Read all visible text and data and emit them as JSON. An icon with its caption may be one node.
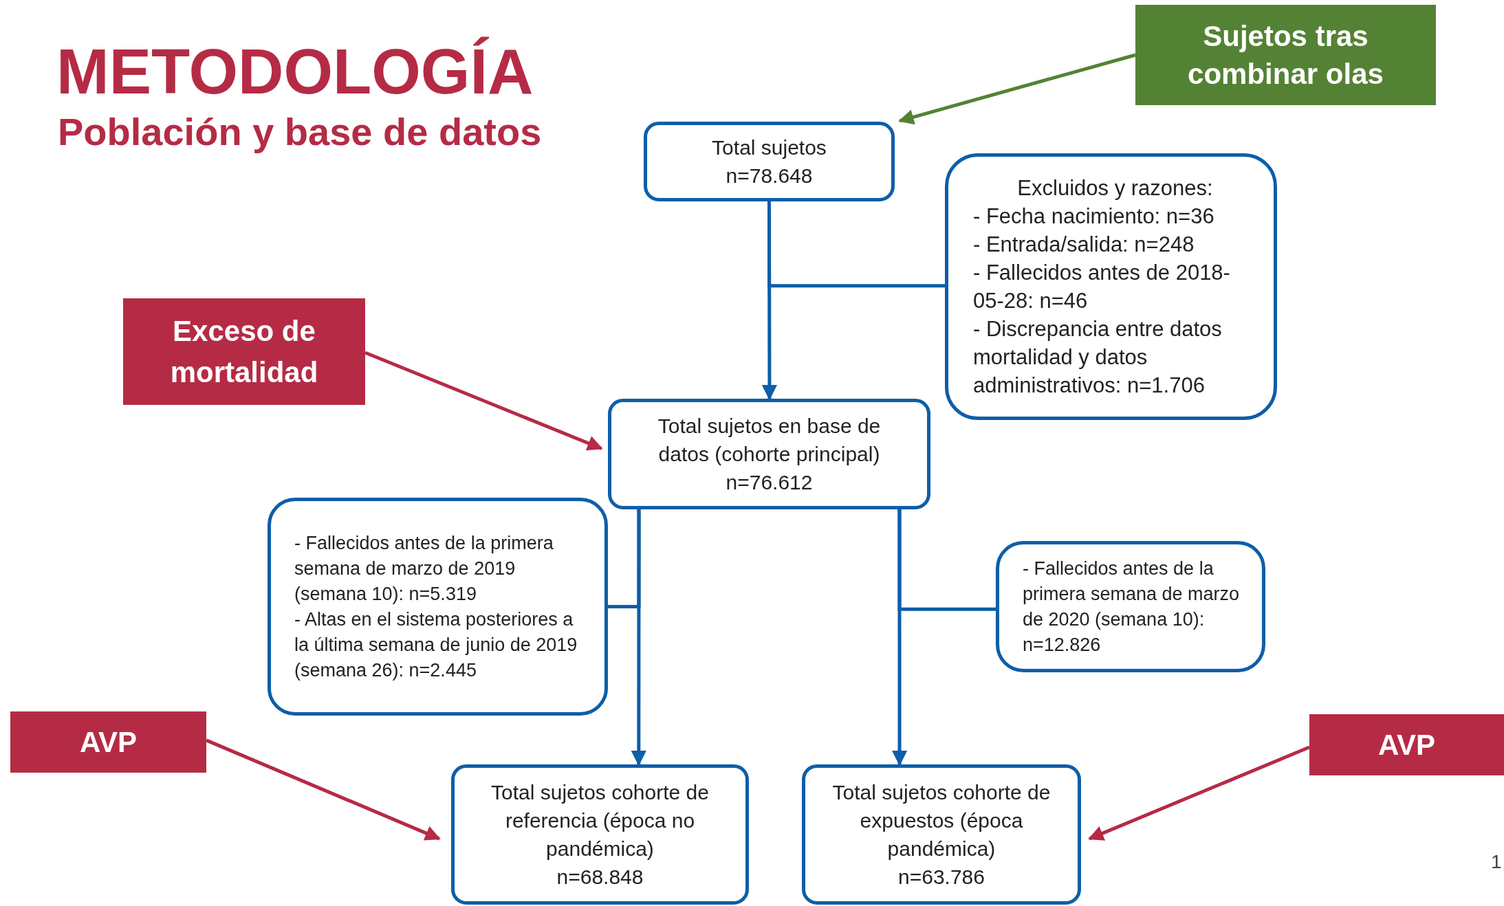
{
  "diagram": {
    "title": "METODOLOGÍA",
    "nodes": [
      {
        "text": [
          "Total sujetos",
          "n=78.648"
        ]
      },
      {
        "text": [
          "Excluidos y razones:",
          "- Fecha nacimiento: n=36",
          "- Entrada/salida: n=248",
          "- Fallecidos antes de 2018-05-28: n=46",
          "- Discrepancia entre datos mortalidad y datos administrativos: n=1.706"
        ]
      },
      {
        "text": [
          "Total sujetos en base de datos (cohorte principal)",
          "n=76.612"
        ]
      },
      {
        "text": [
          "- Fallecidos antes de la primera semana de marzo de 2019 (semana 10): n=5.319",
          "- Altas en el sistema posteriores a la última semana de junio de 2019 (semana 26): n=2.445"
        ]
      },
      {
        "text": [
          "- Fallecidos antes de la primera semana de marzo de 2020 (semana 10): n=12.826"
        ]
      },
      {
        "text": [
          "Total sujetos cohorte de referencia (época no pandémica)",
          "n=68.848"
        ]
      },
      {
        "text": [
          "Total sujetos cohorte de expuestos (época pandémica)",
          "n=63.786"
        ]
      },
      {
        "text": [
          "Sujetos tras combinar olas"
        ]
      },
      {
        "text": [
          "Exceso de mortalidad"
        ]
      },
      {
        "text": [
          "AVP"
        ]
      },
      {
        "text": [
          "AVP"
        ]
      }
    ],
    "edges": [
      {
        "from": 0,
        "to": 2,
        "arrow": "to"
      },
      {
        "from": 0,
        "to": 1,
        "arrow": "none"
      },
      {
        "from": 2,
        "to": 5,
        "arrow": "to"
      },
      {
        "from": 2,
        "to": 3,
        "arrow": "none"
      },
      {
        "from": 2,
        "to": 6,
        "arrow": "to"
      },
      {
        "from": 2,
        "to": 4,
        "arrow": "none"
      },
      {
        "from": 7,
        "to": 0,
        "arrow": "to",
        "color": "#548235"
      },
      {
        "from": 8,
        "to": 2,
        "arrow": "to",
        "color": "#b52b45"
      },
      {
        "from": 9,
        "to": 5,
        "arrow": "to",
        "color": "#b52b45"
      },
      {
        "from": 10,
        "to": 6,
        "arrow": "to",
        "color": "#b52b45"
      }
    ],
    "labels": [
      "Población y base de datos",
      "1"
    ]
  }
}
